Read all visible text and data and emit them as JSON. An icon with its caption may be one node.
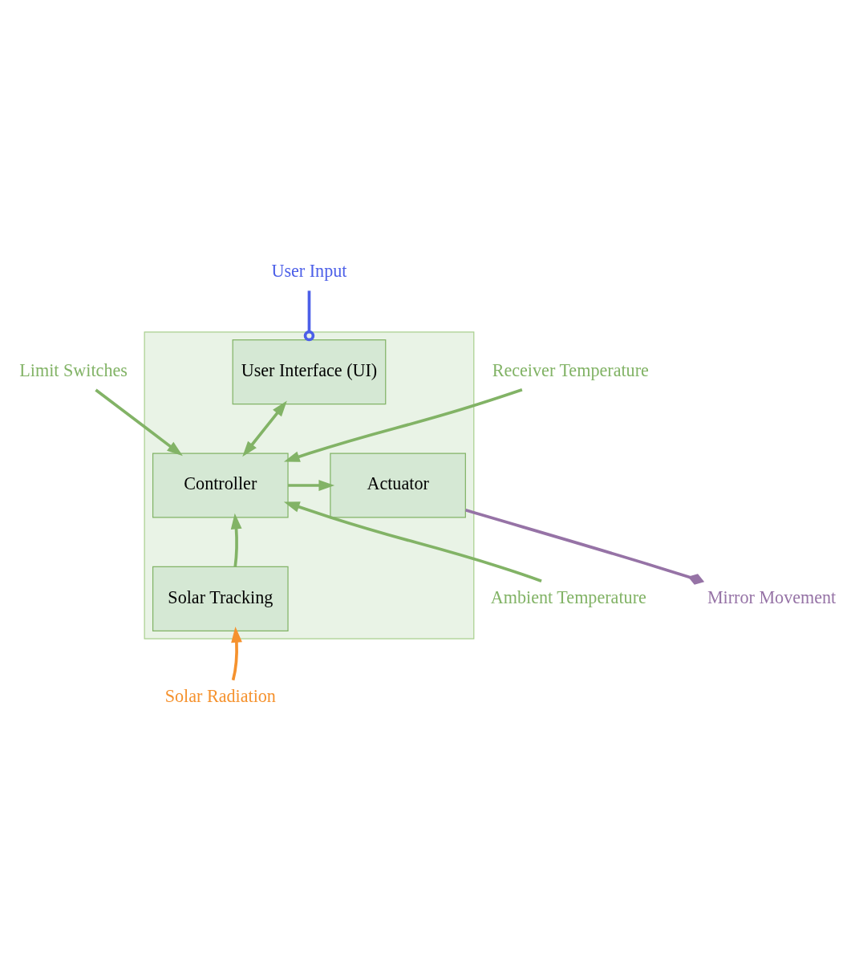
{
  "diagram": {
    "nodes": [
      {
        "text": [],
        "shape": "box"
      },
      {
        "text": [
          "User Interface (UI)"
        ],
        "in": 0
      },
      {
        "text": [
          "Controller"
        ],
        "in": 0
      },
      {
        "text": [
          "Actuator"
        ],
        "in": 0
      },
      {
        "text": [
          "Solar Tracking"
        ],
        "in": 0
      },
      {
        "text": [
          "User Input"
        ]
      },
      {
        "text": [
          "Limit Switches"
        ]
      },
      {
        "text": [
          "Receiver Temperature"
        ]
      },
      {
        "text": [
          "Mirror Movement"
        ]
      },
      {
        "text": [
          "Ambient Temperature"
        ]
      },
      {
        "text": [
          "Solar Radiation"
        ]
      }
    ],
    "edges": [
      {
        "from": 5,
        "to": 1,
        "arrow": "other",
        "color": "#4c5fe8"
      },
      {
        "from": 1,
        "to": 2,
        "arrow": "both"
      },
      {
        "from": 6,
        "to": 2,
        "arrow": "to"
      },
      {
        "from": 7,
        "to": 2,
        "arrow": "to"
      },
      {
        "from": 2,
        "to": 3,
        "arrow": "to"
      },
      {
        "from": 3,
        "to": 8,
        "arrow": "other",
        "color": "#9673a6"
      },
      {
        "from": 4,
        "to": 2,
        "arrow": "to"
      },
      {
        "from": 9,
        "to": 2,
        "arrow": "to"
      },
      {
        "from": 10,
        "to": 4,
        "arrow": "to",
        "color": "#f5922e"
      }
    ]
  }
}
